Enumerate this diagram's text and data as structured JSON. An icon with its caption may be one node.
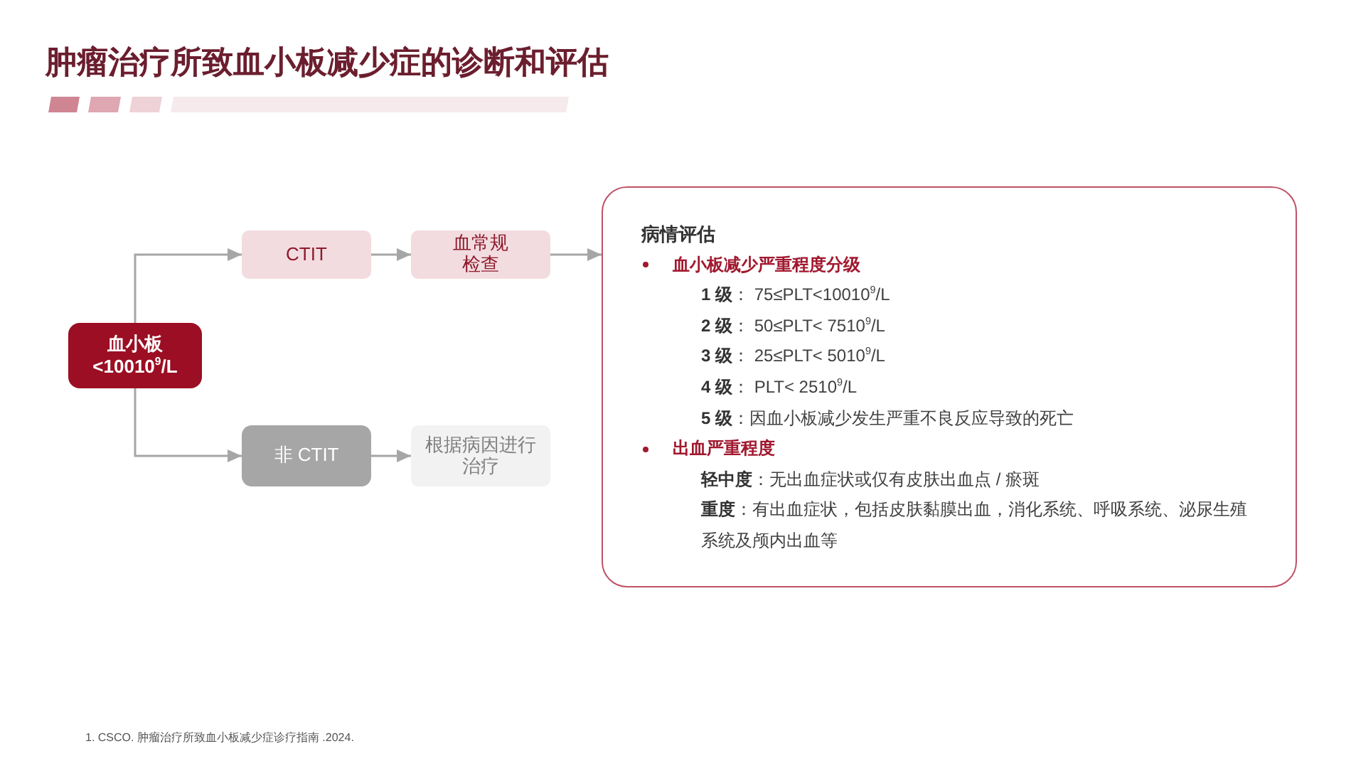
{
  "diagram": {
    "title": "肿瘤治疗所致血小板减少症的诊断和评估",
    "nodes": [
      {
        "text": [
          "血小板 <10010$^{9}$/L"
        ]
      },
      {
        "text": [
          "CTIT"
        ]
      },
      {
        "text": [
          "血常规检查"
        ]
      },
      {
        "text": [
          "病情评估",
          "血小板减少严重程度分级",
          "**1 级**： 75≤PLT<10010$^{9}$/L",
          "**2 级**： 50≤PLT< 7510$^{9}$/L",
          "**3 级**： 25≤PLT< 5010$^{9}$/L",
          "**4 级**： PLT< 2510$^{9}$/L",
          "**5 级**：因血小板减少发生严重不良反应导致的死亡",
          "出血严重程度",
          "**轻中度**：无出血症状或仅有皮肤出血点 / 瘀斑",
          "**重度**：有出血症状，包括皮肤黏膜出血，消化系统、呼吸系统、泌尿生殖系统及颅内出血等"
        ]
      },
      {
        "text": [
          "非 CTIT"
        ]
      },
      {
        "text": [
          "根据病因进行治疗"
        ]
      }
    ],
    "edges": [
      {
        "from": 0,
        "to": 1,
        "arrow": "to"
      },
      {
        "from": 1,
        "to": 2,
        "arrow": "to"
      },
      {
        "from": 2,
        "to": 3,
        "arrow": "to"
      },
      {
        "from": 0,
        "to": 4,
        "arrow": "to"
      },
      {
        "from": 4,
        "to": 5,
        "arrow": "to"
      }
    ],
    "labels": [
      "1. CSCO. 肿瘤治疗所致血小板减少症诊疗指南 .2024."
    ]
  }
}
